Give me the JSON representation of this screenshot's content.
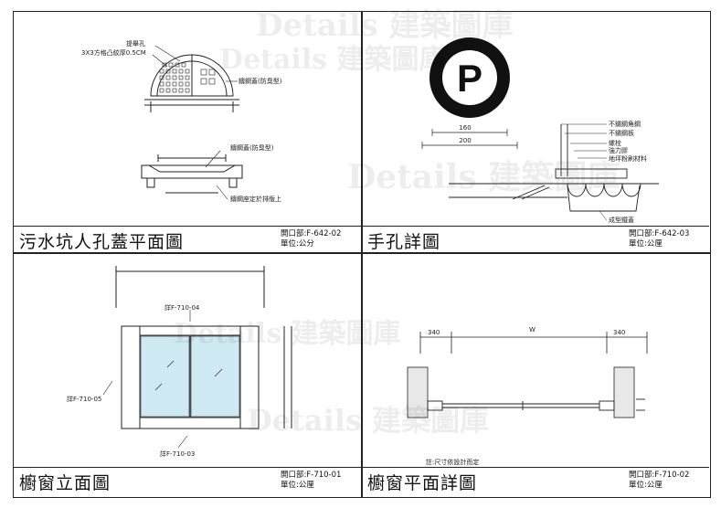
{
  "watermark": "Details 建築圖庫",
  "panels": [
    {
      "title": "污水坑人孔蓋平面圖",
      "code": "開口部:F-642-02",
      "unit": "單位:公分",
      "notes": {
        "lift_hole": "提舉孔",
        "pattern": "3X3方格凸紋厚0.5CM",
        "cover_top": "鑄鋼蓋(防臭型)",
        "cover_section": "鑄鋼蓋(防臭型)",
        "frame": "鑄鋼座定於排版上"
      }
    },
    {
      "title": "手孔詳圖",
      "code": "開口部:F-642-03",
      "unit": "單位:公厘",
      "symbol": "P",
      "dims": {
        "inner": "160",
        "outer": "200"
      },
      "notes": [
        "不鏽鋼角鋼",
        "不鏽鋼板",
        "螺栓",
        "強力膠",
        "地坪粉刷材料",
        "成型鐵蓋"
      ]
    },
    {
      "title": "櫥窗立面圖",
      "code": "開口部:F-710-01",
      "unit": "單位:公厘",
      "refs": {
        "top": "詳F-710-04",
        "left": "詳F-710-05",
        "bottom": "詳F-710-03"
      }
    },
    {
      "title": "櫥窗平面詳圖",
      "code": "開口部:F-710-02",
      "unit": "單位:公厘",
      "dims": {
        "left": "340",
        "center": "W",
        "right": "340"
      },
      "note": "註:尺寸依設計而定"
    }
  ]
}
